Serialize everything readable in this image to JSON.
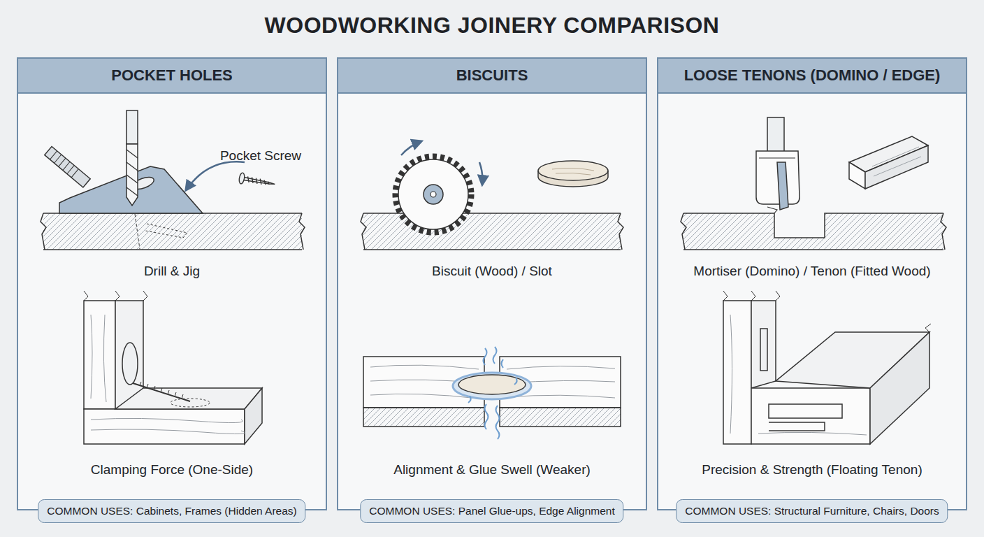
{
  "diagram": {
    "title": "WOODWORKING JOINERY COMPARISON",
    "nodes": [
      {
        "text": [
          "POCKET HOLES"
        ]
      },
      {
        "text": [
          "COMMON USES: Cabinets, Frames (Hidden Areas)"
        ],
        "in": 0
      },
      {
        "text": [
          "BISCUITS"
        ]
      },
      {
        "text": [
          "COMMON USES: Panel Glue-ups, Edge Alignment"
        ],
        "in": 2
      },
      {
        "text": [
          "LOOSE TENONS (DOMINO / EDGE)"
        ]
      },
      {
        "text": [
          "COMMON USES: Structural Furniture, Chairs, Doors"
        ],
        "in": 4
      }
    ],
    "labels": [
      "Pocket Screw",
      "Drill & Jig",
      "Clamping Force (One-Side)",
      "Biscuit (Wood) / Slot",
      "Alignment & Glue Swell (Weaker)",
      "Mortiser (Domino) / Tenon (Fitted Wood)",
      "Precision & Strength (Floating Tenon)"
    ]
  }
}
